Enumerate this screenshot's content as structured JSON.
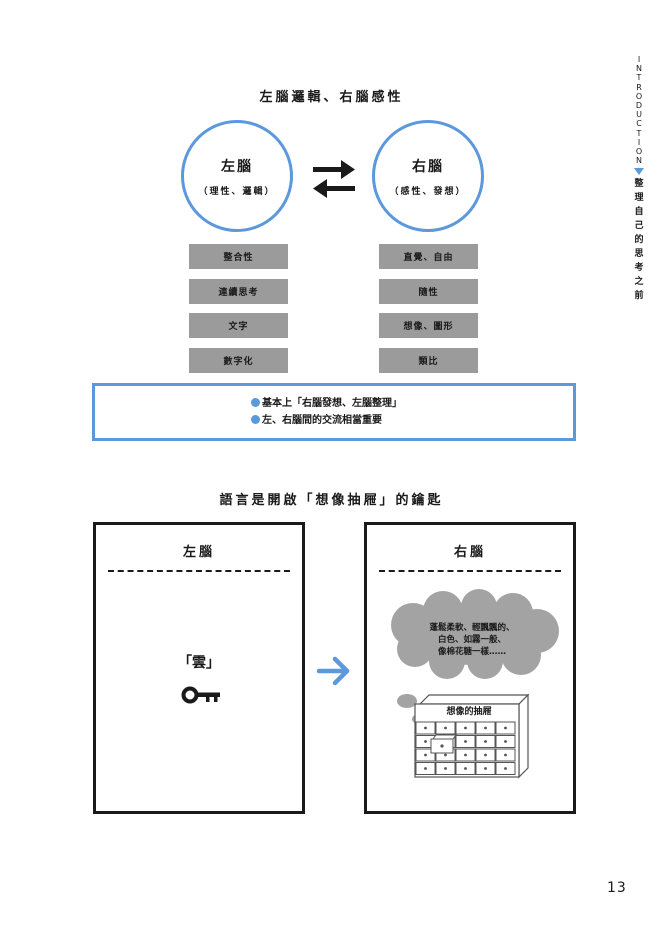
{
  "sidebar": {
    "running_head_en": [
      "I",
      "N",
      "T",
      "R",
      "O",
      "D",
      "U",
      "C",
      "T",
      "I",
      "O",
      "N"
    ],
    "running_head_zh": [
      "整",
      "理",
      "自",
      "己",
      "的",
      "思",
      "考",
      "之",
      "前"
    ]
  },
  "section1": {
    "title": "左腦邏輯、右腦感性",
    "left_circle": {
      "name": "左腦",
      "sub": "（理性、邏輯）"
    },
    "right_circle": {
      "name": "右腦",
      "sub": "（感性、發想）"
    },
    "left_tags": [
      "整合性",
      "連續思考",
      "文字",
      "數字化"
    ],
    "right_tags": [
      "直覺、自由",
      "隨性",
      "想像、圖形",
      "類比"
    ],
    "notes": [
      "基本上「右腦發想、左腦整理」",
      "左、右腦間的交流相當重要"
    ]
  },
  "section2": {
    "title": "語言是開啟「想像抽屜」的鑰匙",
    "left_panel": {
      "heading": "左腦",
      "word": "「雲」"
    },
    "right_panel": {
      "heading": "右腦",
      "cloud_lines": [
        "蓬鬆柔軟、輕飄飄的、",
        "白色、如霧一般、",
        "像棉花糖一樣……"
      ],
      "drawer_label": "想像的抽屜"
    }
  },
  "colors": {
    "accent": "#5b98dc",
    "tag_gray": "#9b9b9b",
    "cloud_gray": "#a3a3a3"
  },
  "icons": [
    "swap-arrows-icon",
    "key-icon",
    "arrow-right-icon",
    "thought-cloud-icon",
    "drawer-cabinet-icon"
  ],
  "page_number": "13"
}
